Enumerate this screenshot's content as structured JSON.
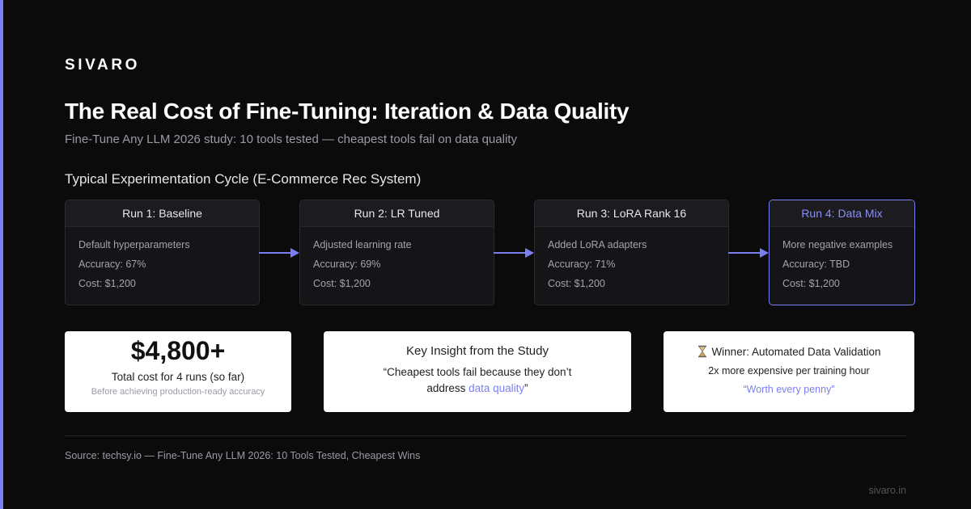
{
  "brand": "SIVARO",
  "title": "The Real Cost of Fine-Tuning: Iteration & Data Quality",
  "subtitle": "Fine-Tune Any LLM 2026 study: 10 tools tested — cheapest tools fail on data quality",
  "section_title": "Typical Experimentation Cycle (E-Commerce Rec System)",
  "runs": [
    {
      "title": "Run 1: Baseline",
      "change": "Default hyperparameters",
      "accuracy": "Accuracy: 67%",
      "cost": "Cost: $1,200"
    },
    {
      "title": "Run 2: LR Tuned",
      "change": "Adjusted learning rate",
      "accuracy": "Accuracy: 69%",
      "cost": "Cost: $1,200"
    },
    {
      "title": "Run 3: LoRA Rank 16",
      "change": "Added LoRA adapters",
      "accuracy": "Accuracy: 71%",
      "cost": "Cost: $1,200"
    },
    {
      "title": "Run 4: Data Mix",
      "change": "More negative examples",
      "accuracy": "Accuracy: TBD",
      "cost": "Cost: $1,200"
    }
  ],
  "total_card": {
    "value": "$4,800+",
    "label": "Total cost for 4 runs (so far)",
    "note": "Before achieving production-ready accuracy"
  },
  "insight_card": {
    "title": "Key Insight from the Study",
    "quote_prefix": "“Cheapest tools fail because they don’t address ",
    "quote_highlight": "data quality",
    "quote_suffix": "”"
  },
  "winner_card": {
    "icon": "hourglass-icon",
    "title": "Winner: Automated Data Validation",
    "line": "2x more expensive per training hour",
    "quote": "“Worth every penny”"
  },
  "source": "Source: techsy.io — Fine-Tune Any LLM 2026: 10 Tools Tested, Cheapest Wins",
  "footer": "sivaro.in",
  "colors": {
    "background": "#0b0b0b",
    "accent": "#7b7ff0",
    "card": "#ffffff",
    "run_box": "#151518",
    "muted_text": "#9a9aa6"
  }
}
